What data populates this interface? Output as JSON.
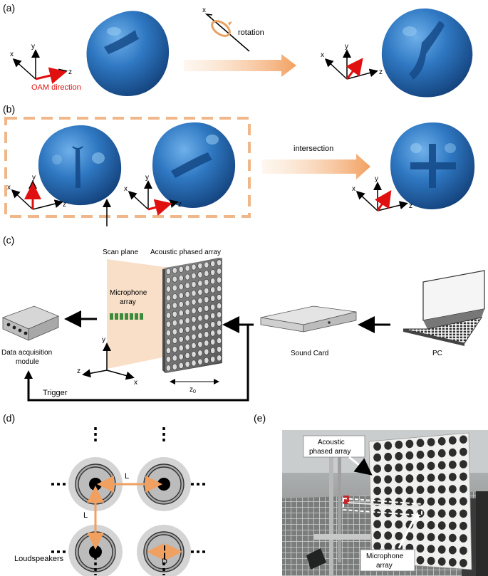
{
  "panels": {
    "a": {
      "label": "(a)",
      "axes": {
        "x": "x",
        "y": "y",
        "z": "z"
      },
      "oam_label": "OAM direction",
      "rotation_axis": "x",
      "rotation_label": "rotation"
    },
    "b": {
      "label": "(b)",
      "axes": {
        "x": "x",
        "y": "y",
        "z": "z"
      },
      "intersection_label": "intersection"
    },
    "c": {
      "label": "(c)",
      "scan_plane": "Scan plane",
      "phased_array": "Acoustic phased array",
      "mic_array_line1": "Microphone",
      "mic_array_line2": "array",
      "daq_line1": "Data acquisition",
      "daq_line2": "module",
      "sound_card": "Sound Card",
      "pc": "PC",
      "trigger": "Trigger",
      "z0": "z",
      "z0_sub": "0",
      "axes": {
        "x": "x",
        "y": "y",
        "z": "z"
      }
    },
    "d": {
      "label": "(d)",
      "L1": "L",
      "L2": "L",
      "D": "D",
      "loudspeakers": "Loudspeakers"
    },
    "e": {
      "label": "(e)",
      "phased_line1": "Acoustic",
      "phased_line2": "phased array",
      "mic_line1": "Microphone",
      "mic_line2": "array"
    }
  },
  "colors": {
    "blob": "#2a6fb8",
    "blob_dark": "#154a88",
    "arrow_orange": "#f2a868",
    "oam_red": "#e01010",
    "scan_plane": "#f8dcc2",
    "dashed_box": "#f0b88a"
  }
}
